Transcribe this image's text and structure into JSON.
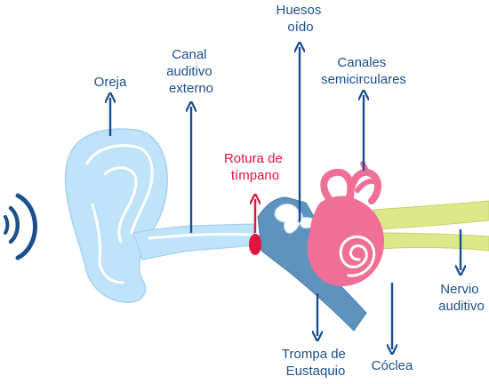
{
  "labels": {
    "oreja": [
      "Oreja"
    ],
    "canal": [
      "Canal",
      "auditivo",
      "externo"
    ],
    "huesos": [
      "Huesos",
      "oído"
    ],
    "canales": [
      "Canales",
      "semicirculares"
    ],
    "rotura": [
      "Rotura de",
      "tímpano"
    ],
    "nervio": [
      "Nervio",
      "auditivo"
    ],
    "trompa": [
      "Trompa de",
      "Eustaquio"
    ],
    "coclea": [
      "Cóclea"
    ]
  },
  "colors": {
    "label_blue": "#1d4f8c",
    "arrow_blue": "#1a4f8f",
    "highlight_red": "#e2143d",
    "ear_light_blue": "#bfe3f8",
    "middle_ear_blue": "#5f93bd",
    "cochlea_pink": "#ef6f97",
    "nerve_yellow": "#dde88a"
  },
  "icons": [
    "sound-waves-icon"
  ]
}
